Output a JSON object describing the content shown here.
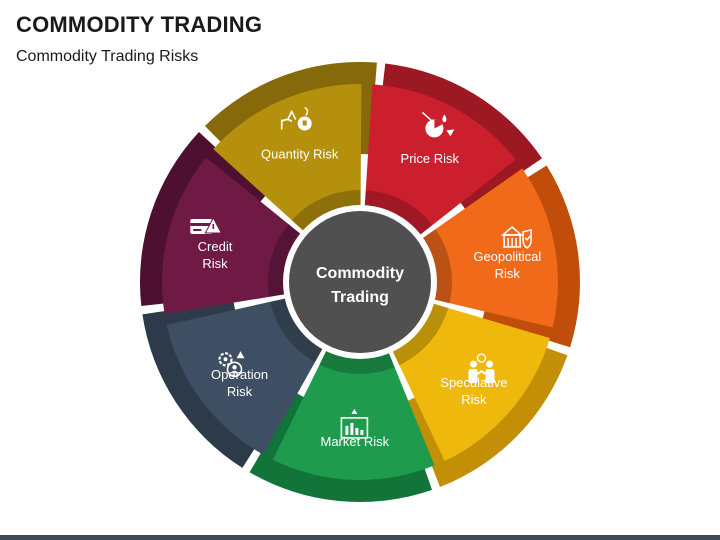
{
  "title": "COMMODITY TRADING",
  "subtitle": "Commodity Trading Risks",
  "center": {
    "lines": [
      "Commodity",
      "Trading"
    ],
    "color": "#505050"
  },
  "segments": [
    {
      "id": "price",
      "lines": [
        "Price Risk"
      ],
      "icon": "price-chart-icon",
      "front": "#cc1f2e",
      "back": "#9c1822"
    },
    {
      "id": "geopolitical",
      "lines": [
        "Geopolitical",
        "Risk"
      ],
      "icon": "government-shield-icon",
      "front": "#f06a1a",
      "back": "#c04e0a"
    },
    {
      "id": "speculative",
      "lines": [
        "Speculative",
        "Risk"
      ],
      "icon": "handshake-money-icon",
      "front": "#efb80c",
      "back": "#c38f06"
    },
    {
      "id": "market",
      "lines": [
        "Market Risk"
      ],
      "icon": "market-chart-icon",
      "front": "#1f9b4d",
      "back": "#127438"
    },
    {
      "id": "operation",
      "lines": [
        "Operation",
        "Risk"
      ],
      "icon": "gears-people-icon",
      "front": "#3e4f63",
      "back": "#2c3a4a"
    },
    {
      "id": "credit",
      "lines": [
        "Credit",
        "Risk"
      ],
      "icon": "credit-card-warning-icon",
      "front": "#6e1a45",
      "back": "#4e1030"
    },
    {
      "id": "quantity",
      "lines": [
        "Quantity Risk"
      ],
      "icon": "quantity-scale-icon",
      "front": "#b5900c",
      "back": "#86690a"
    }
  ]
}
